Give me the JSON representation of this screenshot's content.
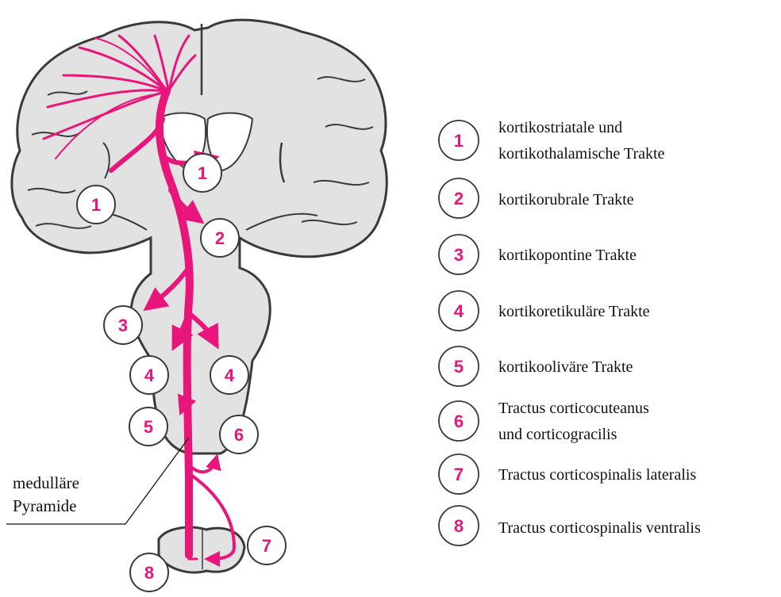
{
  "colors": {
    "tract": "#e8157a",
    "tissue": "#e2e2e2",
    "tissue_outline": "#3a3a3a",
    "badge_fill": "#ffffff",
    "badge_text": "#e8157a",
    "text": "#111111"
  },
  "markers": [
    {
      "id": "m1a",
      "number": "1"
    },
    {
      "id": "m1b",
      "number": "1"
    },
    {
      "id": "m2",
      "number": "2"
    },
    {
      "id": "m3",
      "number": "3"
    },
    {
      "id": "m4a",
      "number": "4"
    },
    {
      "id": "m4b",
      "number": "4"
    },
    {
      "id": "m5",
      "number": "5"
    },
    {
      "id": "m6",
      "number": "6"
    },
    {
      "id": "m7",
      "number": "7"
    },
    {
      "id": "m8",
      "number": "8"
    }
  ],
  "side_label": {
    "line1": "medulläre",
    "line2": "Pyramide"
  },
  "legend": [
    {
      "number": "1",
      "lines": [
        "kortikostriatale und",
        "kortikothalamische Trakte"
      ]
    },
    {
      "number": "2",
      "lines": [
        "kortikorubrale Trakte"
      ]
    },
    {
      "number": "3",
      "lines": [
        "kortikopontine Trakte"
      ]
    },
    {
      "number": "4",
      "lines": [
        "kortikoretikuläre Trakte"
      ]
    },
    {
      "number": "5",
      "lines": [
        "kortikooliväre Trakte"
      ]
    },
    {
      "number": "6",
      "lines": [
        "Tractus corticocuteanus",
        "und corticogracilis"
      ]
    },
    {
      "number": "7",
      "lines": [
        "Tractus corticospinalis lateralis"
      ]
    },
    {
      "number": "8",
      "lines": [
        "Tractus corticospinalis ventralis"
      ]
    }
  ]
}
